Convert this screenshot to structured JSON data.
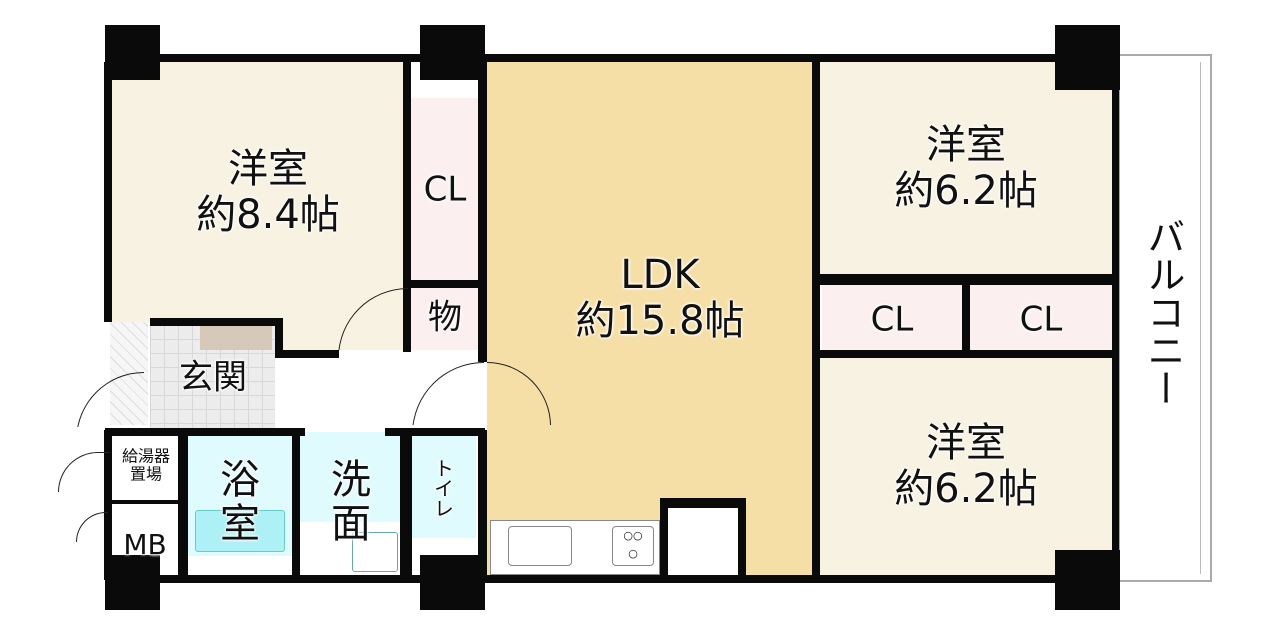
{
  "rooms": {
    "western_1": {
      "name": "洋室",
      "size": "約8.4帖"
    },
    "closet_1": "CL",
    "storage": "物",
    "ldk": {
      "name": "LDK",
      "size": "約15.8帖"
    },
    "western_2": {
      "name": "洋室",
      "size": "約6.2帖"
    },
    "closet_2": "CL",
    "closet_3": "CL",
    "western_3": {
      "name": "洋室",
      "size": "約6.2帖"
    },
    "entrance": "玄関",
    "water_heater": {
      "line1": "給湯器",
      "line2": "置場"
    },
    "meter_box": "MB",
    "bathroom": {
      "line1": "浴",
      "line2": "室"
    },
    "washroom": {
      "line1": "洗",
      "line2": "面"
    },
    "toilet": "トイレ",
    "balcony": "バルコニー"
  },
  "colors": {
    "western": "#f8f2e2",
    "ldk": "#f5dfa7",
    "closet": "#fcefef",
    "wet_area": "#e0fbfd",
    "wall": "#0a0a0a"
  }
}
